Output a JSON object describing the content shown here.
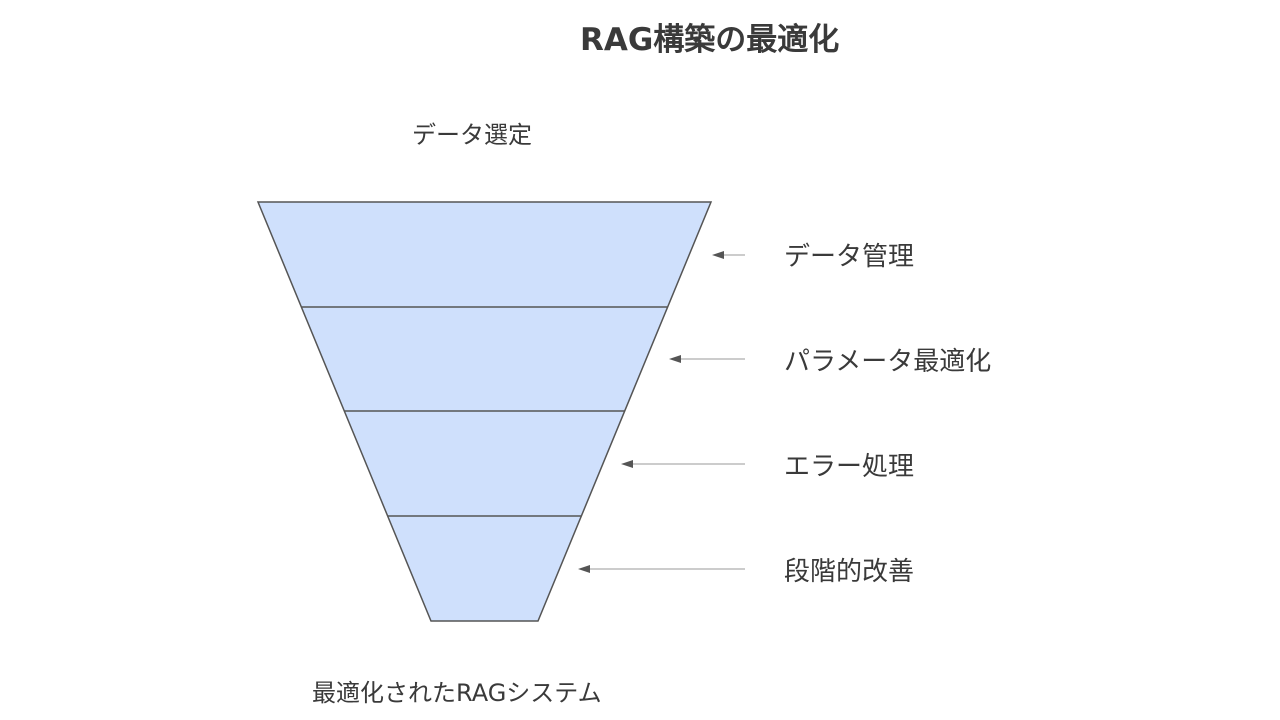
{
  "diagram": {
    "title": "RAG構築の最適化",
    "top_label": "データ選定",
    "bottom_label": "最適化されたRAGシステム",
    "stages": [
      {
        "label": "データ管理"
      },
      {
        "label": "パラメータ最適化"
      },
      {
        "label": "エラー処理"
      },
      {
        "label": "段階的改善"
      }
    ],
    "colors": {
      "funnel_fill": "#cfe0fc",
      "funnel_stroke": "#555555",
      "arrow": "#555555",
      "arrow_line": "#bbbbbb",
      "text": "#3a3a3a"
    }
  }
}
